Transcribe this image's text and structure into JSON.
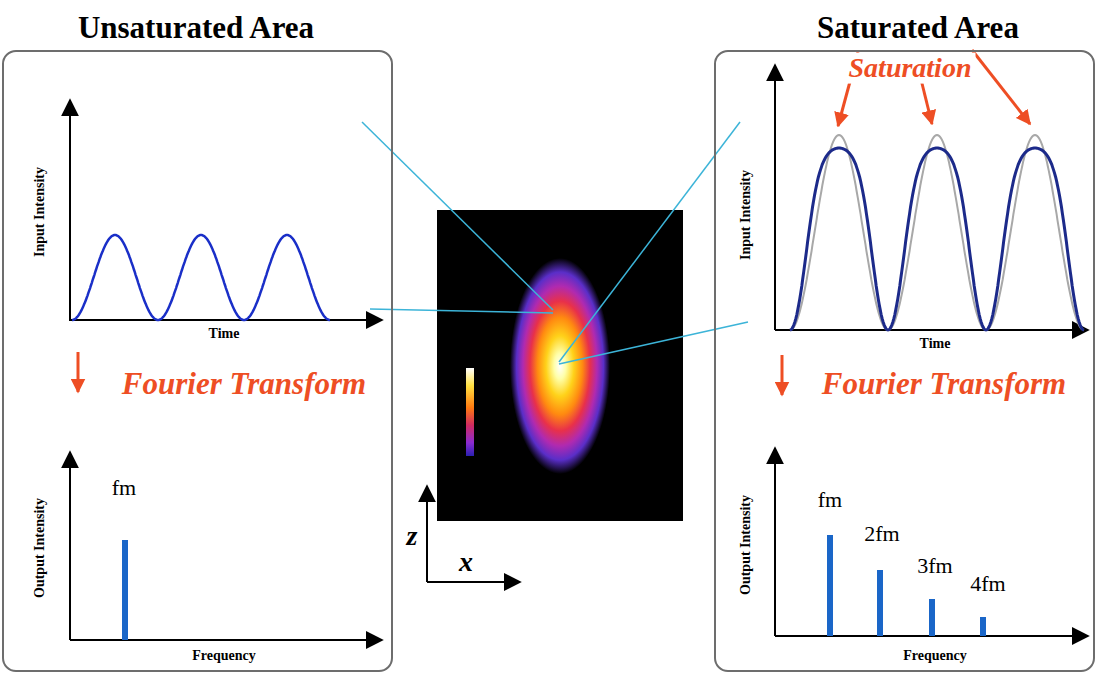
{
  "diagram": {
    "nodes": [
      {
        "text": [
          "Unsaturated Area",
          "Input Intensity",
          "Time",
          "Fourier Transform",
          "Output Intensity",
          "Frequency",
          "fm"
        ]
      },
      {
        "text": [
          "Saturated Area",
          "Saturation",
          "Input Intensity",
          "Time",
          "Fourier Transform",
          "Output Intensity",
          "Frequency",
          "fm",
          "2fm",
          "3fm",
          "4fm"
        ]
      }
    ],
    "labels": [
      "z",
      "x"
    ]
  }
}
